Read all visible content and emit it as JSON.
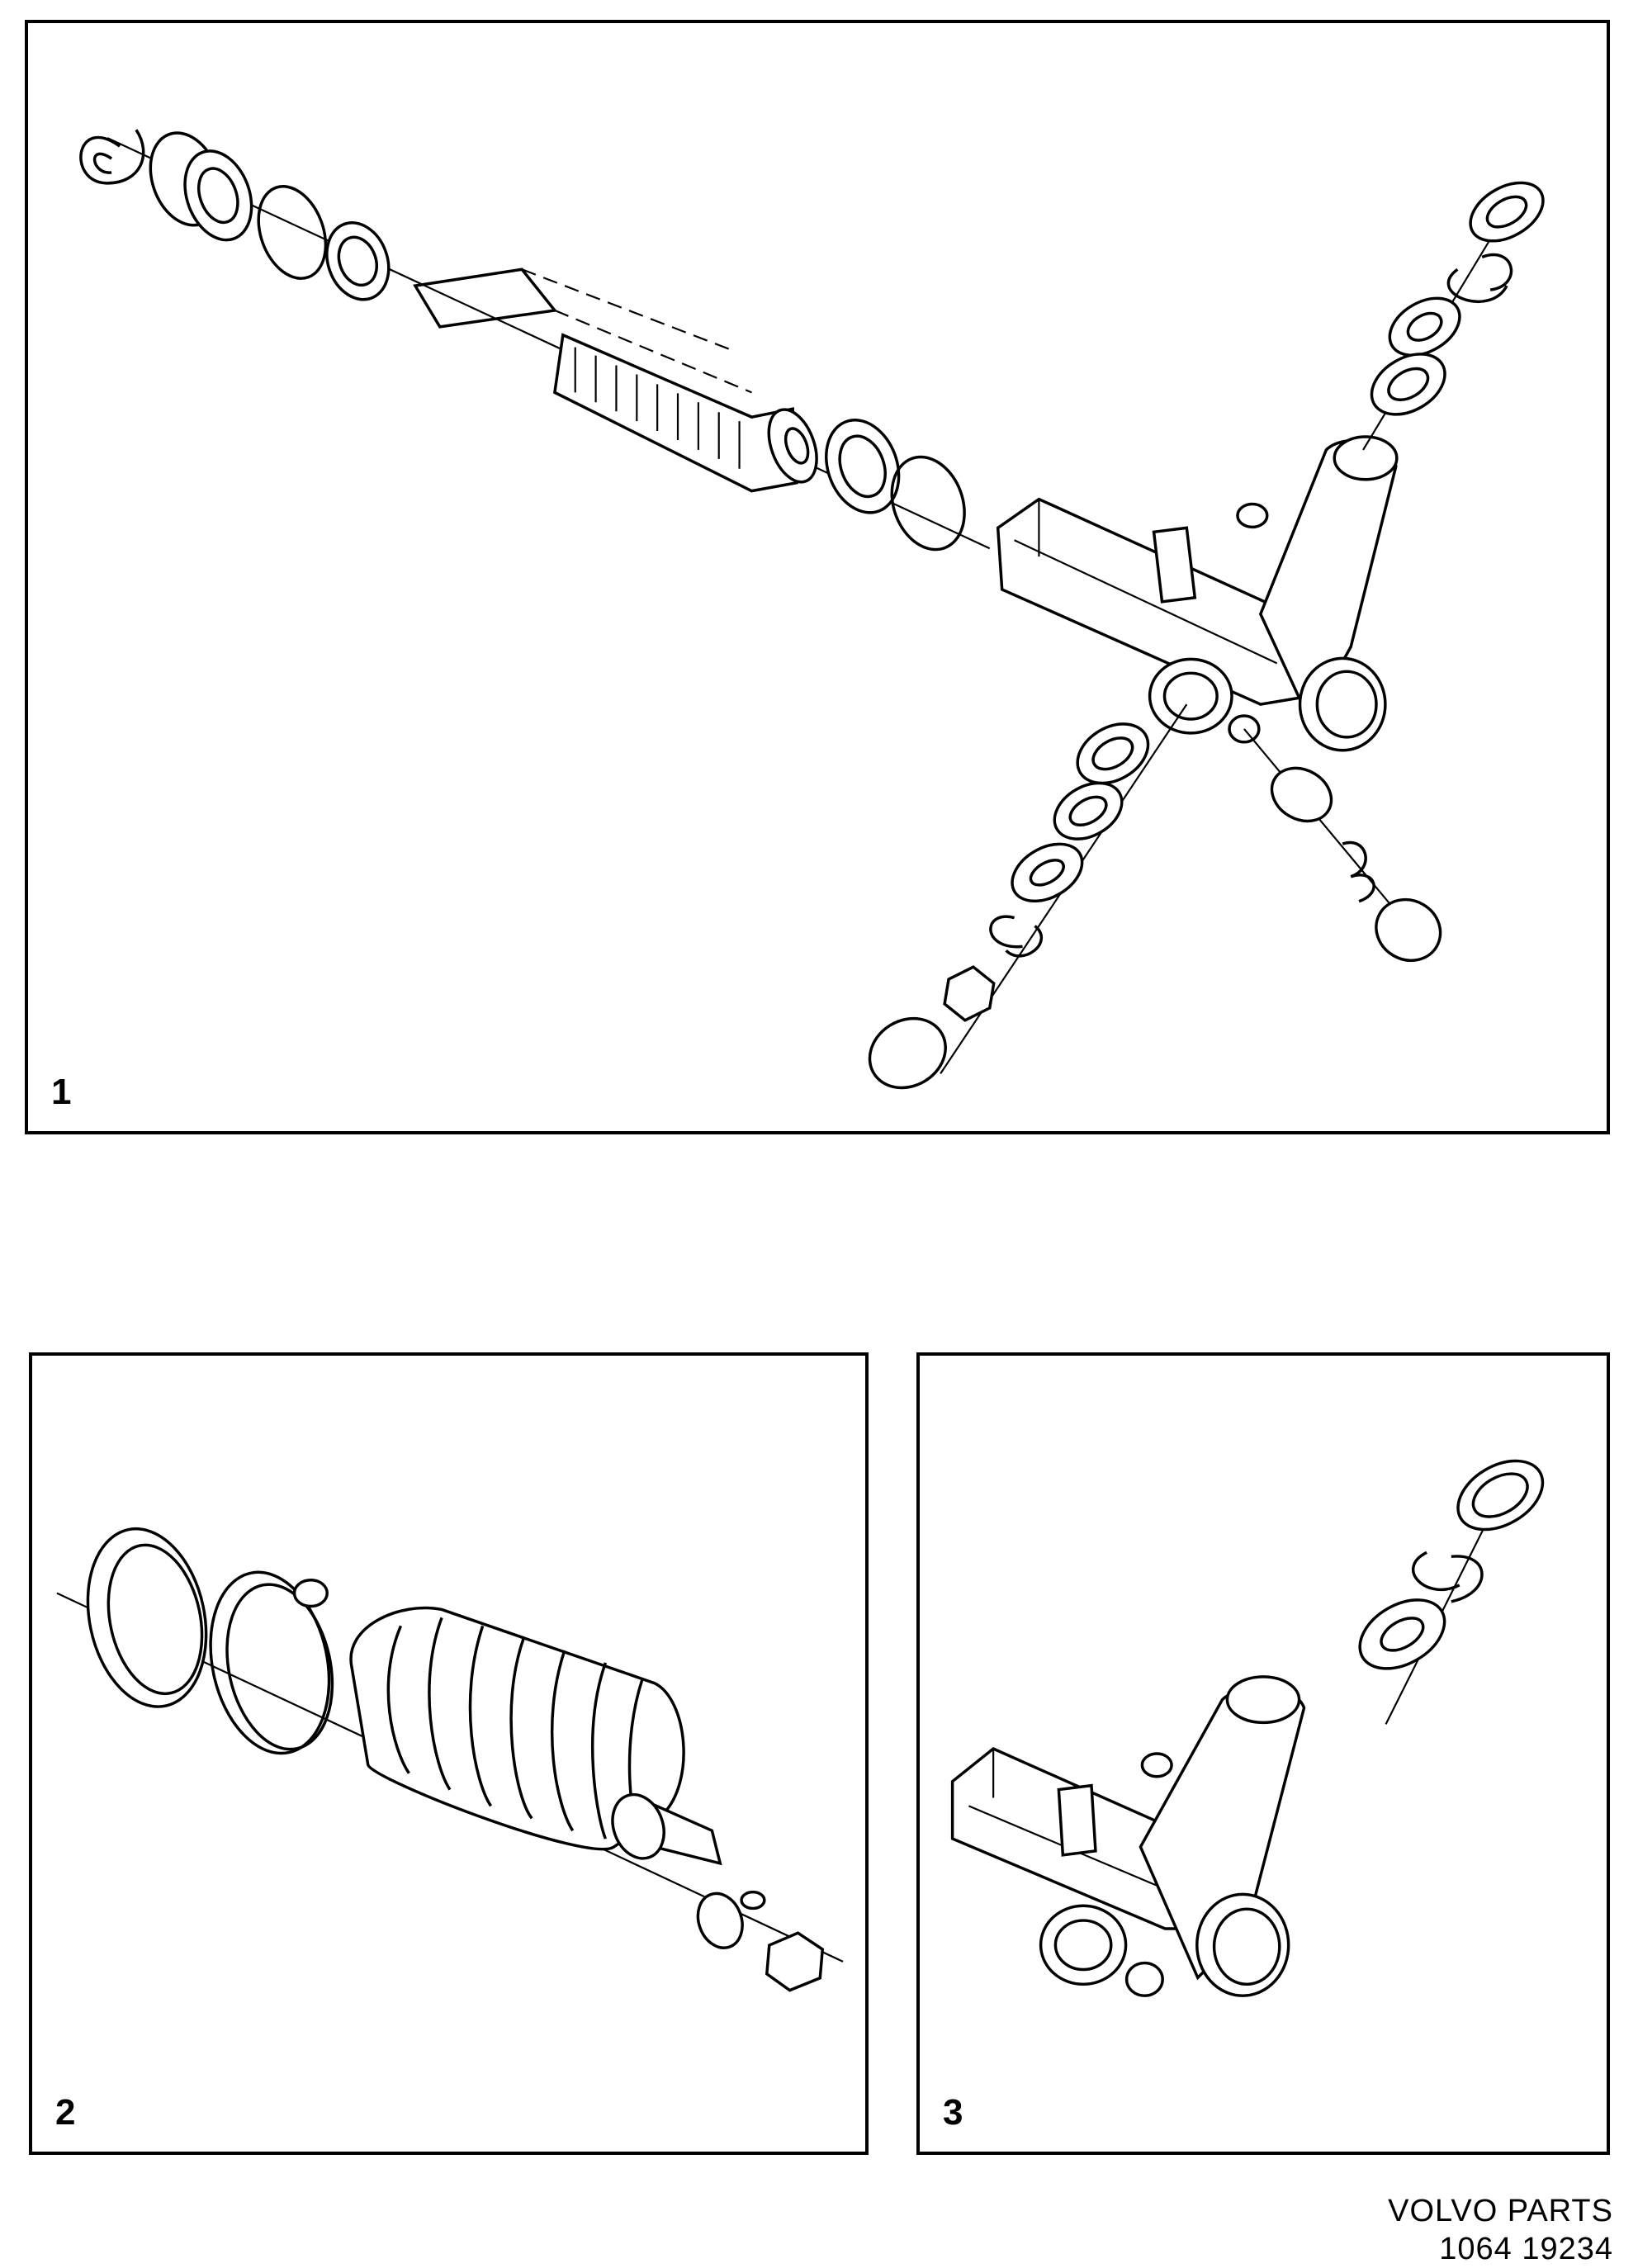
{
  "panels": [
    {
      "number": "1",
      "content": "exploded-view-steering-rack"
    },
    {
      "number": "2",
      "content": "exploded-view-rack-boot"
    },
    {
      "number": "3",
      "content": "exploded-view-pinion-housing"
    }
  ],
  "footer": {
    "brand": "VOLVO PARTS",
    "code": "1064 19234"
  }
}
